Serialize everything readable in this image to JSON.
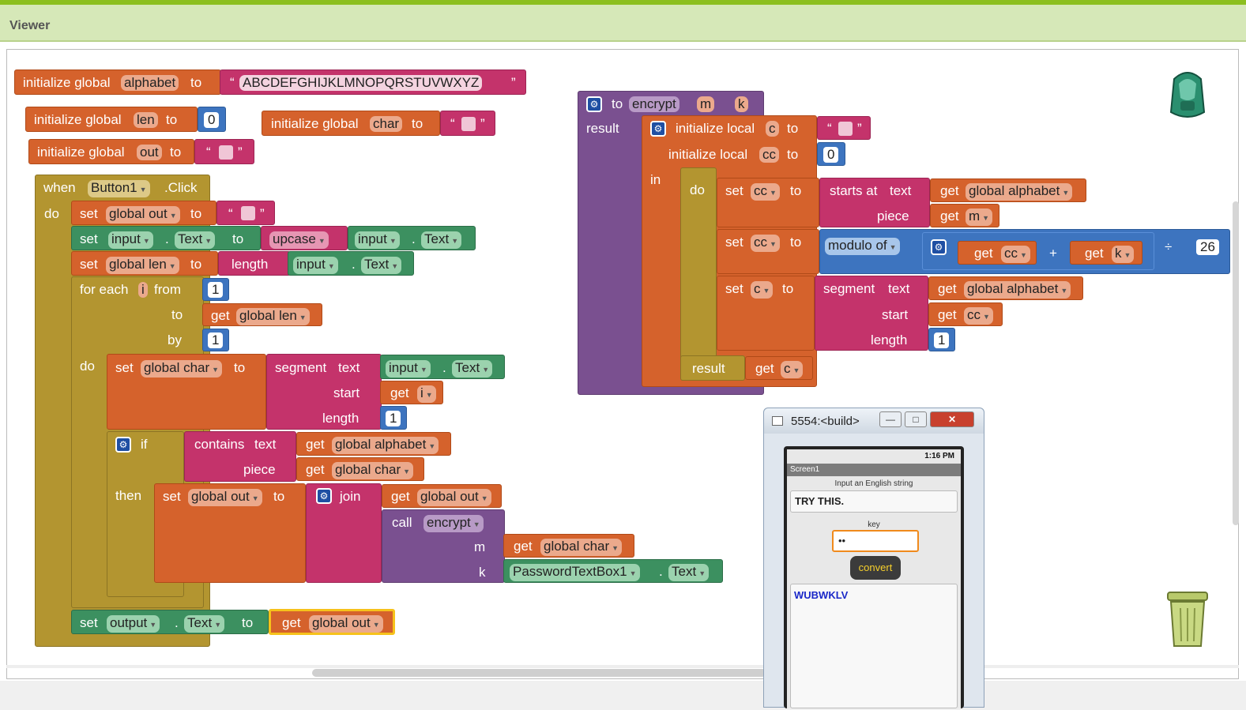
{
  "viewer": {
    "title": "Viewer"
  },
  "globals": {
    "init_global": "initialize global",
    "to": "to",
    "alphabet_name": "alphabet",
    "alphabet_value": "ABCDEFGHIJKLMNOPQRSTUVWXYZ",
    "len_name": "len",
    "len_value": "0",
    "char_name": "char",
    "out_name": "out",
    "quote_open": "“",
    "quote_close": "”"
  },
  "click_handler": {
    "when": "when",
    "component": "Button1",
    "event": ".Click",
    "do": "do",
    "set": "set",
    "get": "get",
    "to": "to",
    "global_out": "global out",
    "global_len": "global len",
    "global_char": "global char",
    "global_alphabet": "global alphabet",
    "input": "input",
    "text_prop": "Text",
    "dot": ".",
    "upcase": "upcase",
    "length": "length",
    "for_each": "for each",
    "loop_var": "i",
    "from": "from",
    "by": "by",
    "one": "1",
    "segment": "segment",
    "text": "text",
    "start": "start",
    "if": "if",
    "then": "then",
    "contains": "contains",
    "piece": "piece",
    "join": "join",
    "call": "call",
    "encrypt": "encrypt",
    "m": "m",
    "k": "k",
    "password_box": "PasswordTextBox1",
    "output": "output"
  },
  "encrypt_proc": {
    "to": "to",
    "name": "encrypt",
    "param_m": "m",
    "param_k": "k",
    "result": "result",
    "init_local": "initialize local",
    "local_c": "c",
    "local_cc": "cc",
    "zero": "0",
    "in": "in",
    "do": "do",
    "set": "set",
    "get": "get",
    "starts_at": "starts at",
    "text": "text",
    "piece": "piece",
    "global_alphabet": "global alphabet",
    "modulo_of": "modulo of",
    "plus": "+",
    "divide": "÷",
    "twenty_six": "26",
    "segment": "segment",
    "start": "start",
    "length": "length",
    "one": "1"
  },
  "emulator": {
    "title": "5554:<build>",
    "status_time": "1:16 PM",
    "screen_title": "Screen1",
    "prompt": "Input an English string",
    "input_value": "TRY THIS.",
    "key_label": "key",
    "key_value": "••",
    "convert_label": "convert",
    "output_value": "WUBWKLV",
    "min": "—",
    "max": "□",
    "close": "✕"
  },
  "icons": [
    "backpack-icon",
    "trash-icon",
    "gear-icon",
    "dropdown-arrow-icon"
  ],
  "colors": {
    "variable_orange": "#d5622c",
    "text_pink": "#c4336b",
    "math_blue": "#3d74bf",
    "control_gold": "#b39530",
    "component_green": "#3c9060",
    "procedure_purple": "#7a5090",
    "header_green": "#8cbf1f"
  }
}
